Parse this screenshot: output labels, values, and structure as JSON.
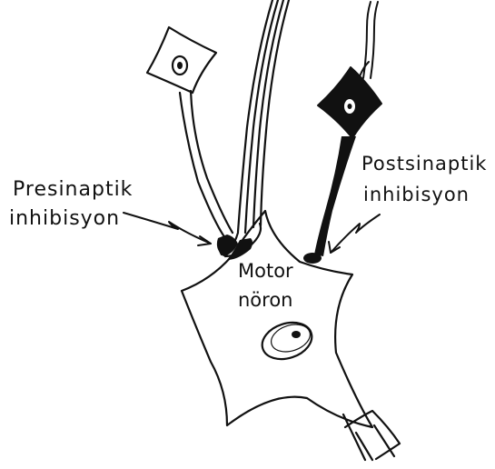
{
  "labels": {
    "presynaptic_line1": "Presinaptik",
    "presynaptic_line2": "inhibisyon",
    "postsynaptic_line1": "Postsinaptik",
    "postsynaptic_line2": "inhibisyon",
    "motor_neuron_line1": "Motor",
    "motor_neuron_line2": "nöron"
  },
  "colors": {
    "ink": "#111111",
    "background": "#ffffff",
    "inhibitory_neuron_fill": "#111111"
  }
}
